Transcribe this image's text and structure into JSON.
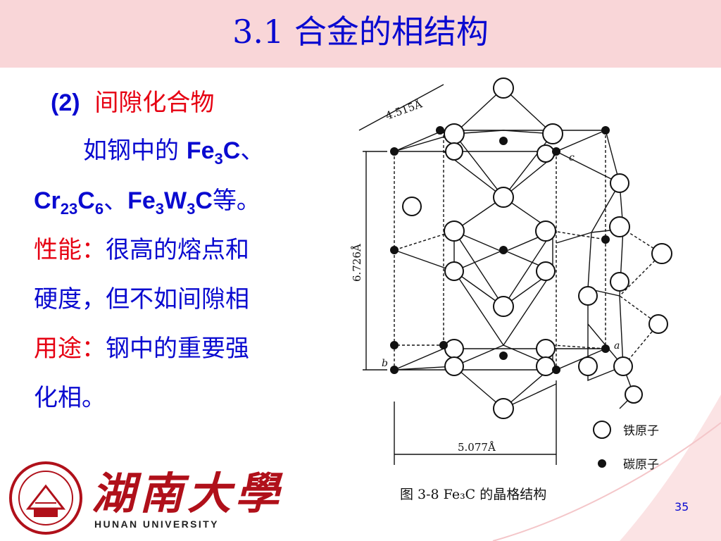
{
  "slide": {
    "title": "3.1 合金的相结构",
    "heading_num": "(2)",
    "heading_text": "间隙化合物",
    "line1_prefix": "如钢中的",
    "line1_sep": "、",
    "line2_sep": "、",
    "line2_suffix": "等。",
    "prop_label": "性能：",
    "prop_text_1": "很高的熔点和",
    "prop_text_2": "硬度，但不如间隙相",
    "use_label": "用途：",
    "use_text_1": "钢中的重要强",
    "use_text_2": "化相。",
    "page_number": "35"
  },
  "formulas": {
    "f1": {
      "a": "Fe",
      "a_sub": "3",
      "b": "C"
    },
    "f2": {
      "a": "Cr",
      "a_sub": "23",
      "b": "C",
      "b_sub": "6"
    },
    "f3": {
      "a": "Fe",
      "a_sub": "3",
      "b": "W",
      "b_sub": "3",
      "c": "C"
    }
  },
  "figure": {
    "dim_top": "4.515Å",
    "dim_side": "6.726Å",
    "dim_bottom": "5.077Å",
    "label_c": "c",
    "label_b": "b",
    "label_a": "a",
    "legend_fe": "铁原子",
    "legend_c": "碳原子",
    "caption": "图 3-8   Fe₃C 的晶格结构"
  },
  "logo": {
    "name_cn": "湖南大學",
    "name_en": "HUNAN UNIVERSITY"
  },
  "colors": {
    "title_bg": "#f9d6d8",
    "title_text": "#0a0ad0",
    "body_blue": "#0a0ad0",
    "label_red": "#e60012",
    "logo_red": "#b0101a"
  }
}
